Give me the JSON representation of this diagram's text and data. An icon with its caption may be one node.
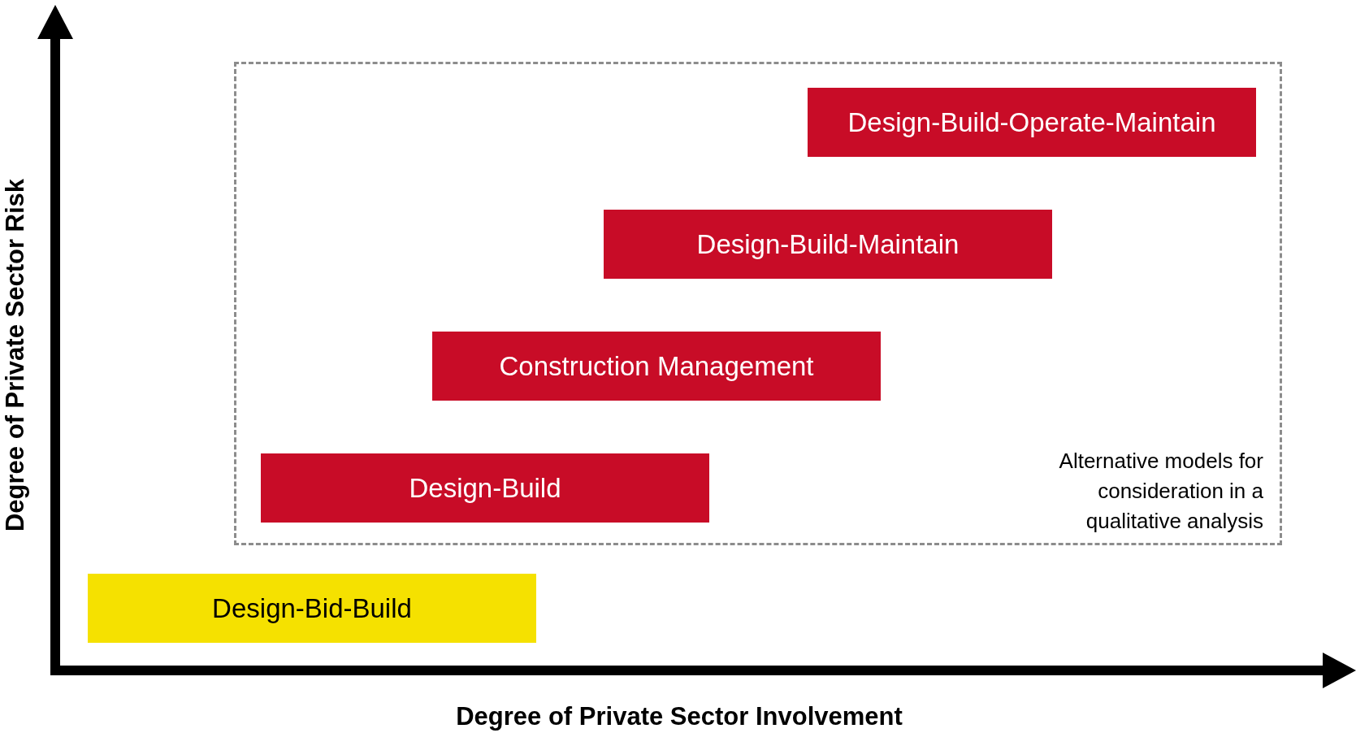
{
  "diagram": {
    "nodes": [
      {
        "text": [
          "Alternative models for consideration in a qualitative analysis"
        ]
      },
      {
        "text": [
          "Design-Build-Operate-Maintain"
        ],
        "in": 0
      },
      {
        "text": [
          "Design-Build-Maintain"
        ],
        "in": 0
      },
      {
        "text": [
          "Construction Management"
        ],
        "in": 0
      },
      {
        "text": [
          "Design-Build"
        ],
        "in": 0
      },
      {
        "text": [
          "Design-Bid-Build"
        ]
      }
    ],
    "edges": [],
    "labels": [
      "Degree of Private Sector Risk",
      "Degree of Private Sector Involvement"
    ]
  }
}
